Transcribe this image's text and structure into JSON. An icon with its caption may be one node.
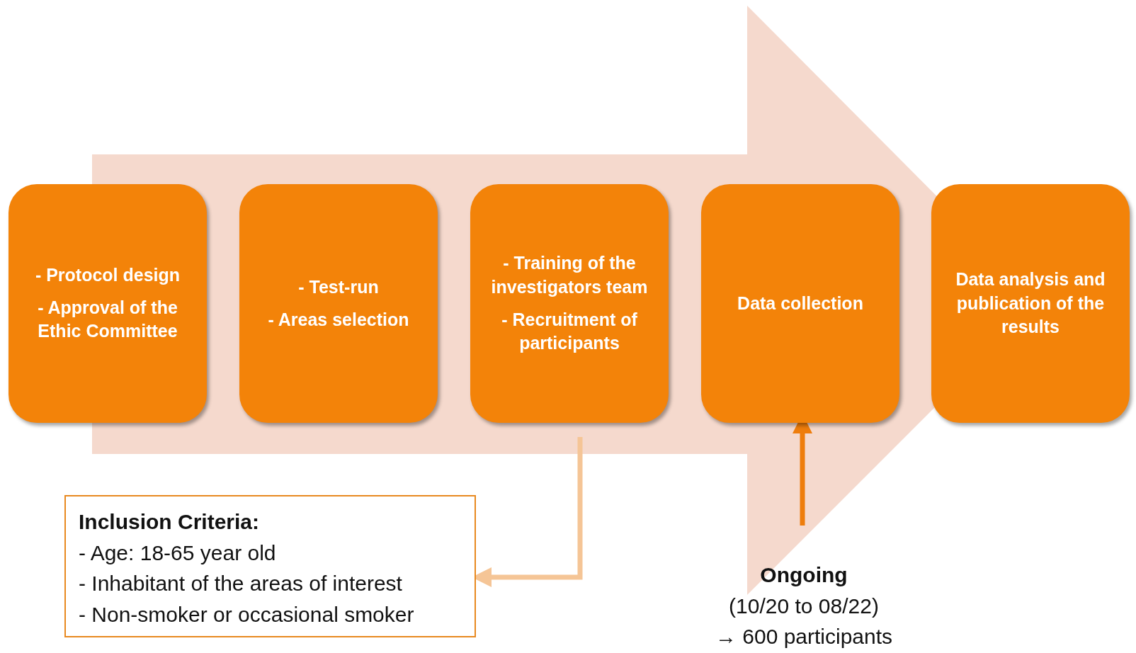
{
  "diagram": {
    "nodes": [
      {
        "text": [
          "- Protocol design",
          "- Approval of the Ethic Committee"
        ]
      },
      {
        "text": [
          "- Test-run",
          "- Areas selection"
        ]
      },
      {
        "text": [
          "- Training of the investigators team",
          "- Recruitment of participants"
        ]
      },
      {
        "text": [
          "Data collection"
        ]
      },
      {
        "text": [
          "Data analysis and publication of the results"
        ]
      },
      {
        "text": [
          "Inclusion Criteria:",
          "- Age: 18-65 year old",
          "- Inhabitant of the areas of interest",
          "- Non-smoker or occasional smoker"
        ]
      },
      {
        "text": [
          "Ongoing",
          "(10/20 to 08/22)",
          "→ 600 participants"
        ]
      }
    ],
    "edges": [
      {
        "from": 2,
        "to": 5,
        "arrow": "to",
        "color": "#f5c596"
      },
      {
        "from": 6,
        "to": 3,
        "arrow": "to",
        "color": "#ee7d0c"
      },
      {
        "from": 0,
        "to": 4,
        "arrow": "to",
        "style": "thick",
        "color": "#f5d9cd"
      }
    ]
  }
}
